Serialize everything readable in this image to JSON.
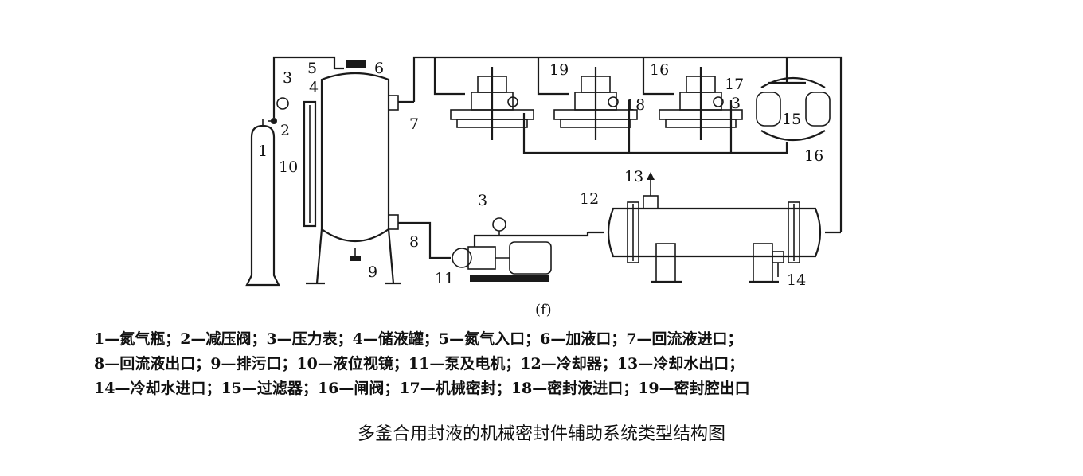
{
  "figure": {
    "sub_label": "(f)",
    "caption": "多釜合用封液的机械密封件辅助系统类型结构图",
    "callouts": {
      "c1": "1",
      "c2": "2",
      "c3a": "3",
      "c3b": "3",
      "c3c": "3",
      "c4": "4",
      "c5": "5",
      "c6": "6",
      "c7": "7",
      "c8": "8",
      "c9": "9",
      "c10": "10",
      "c11": "11",
      "c12": "12",
      "c13": "13",
      "c14": "14",
      "c15": "15",
      "c16a": "16",
      "c16b": "16",
      "c17": "17",
      "c18": "18",
      "c19": "19"
    },
    "legend": {
      "line1": "1—氮气瓶；2—减压阀；3—压力表；4—储液罐；5—氮气入口；6—加液口；7—回流液进口；",
      "line2": "8—回流液出口；9—排污口；10—液位视镜；11—泵及电机；12—冷却器；13—冷却水出口；",
      "line3": "14—冷却水进口；15—过滤器；16—闸阀；17—机械密封；18—密封液进口；19—密封腔出口"
    }
  }
}
